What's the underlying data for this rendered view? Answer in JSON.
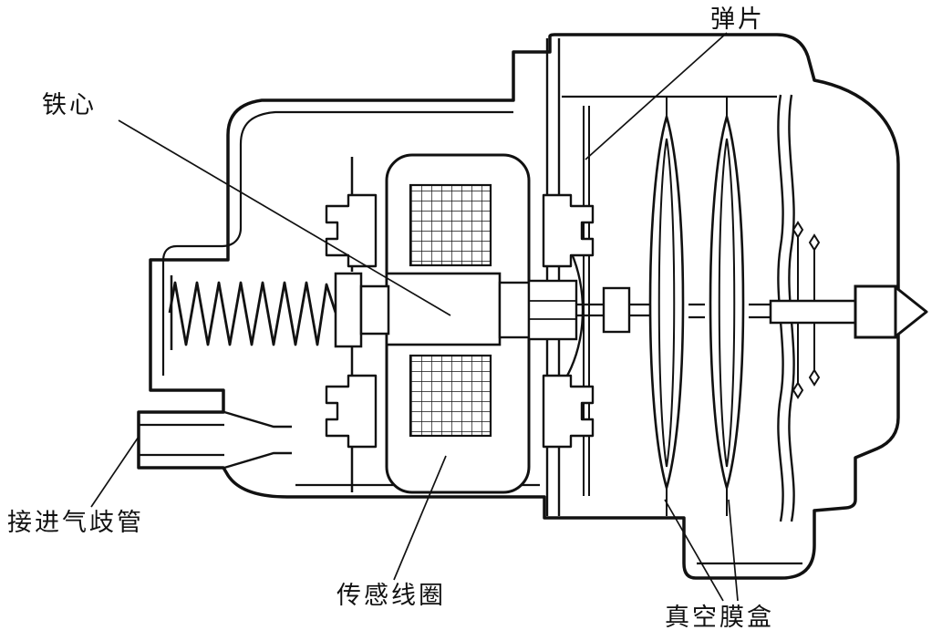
{
  "diagram": {
    "type": "technical-cross-section",
    "subject": "vacuum pressure sensor cross-section",
    "colors": {
      "line": "#111111",
      "background": "#ffffff"
    },
    "labels": {
      "spring_plate": "弹片",
      "iron_core": "铁心",
      "intake_manifold": "接进气歧管",
      "sensing_coil": "传感线圈",
      "vacuum_capsule": "真空膜盒"
    }
  }
}
